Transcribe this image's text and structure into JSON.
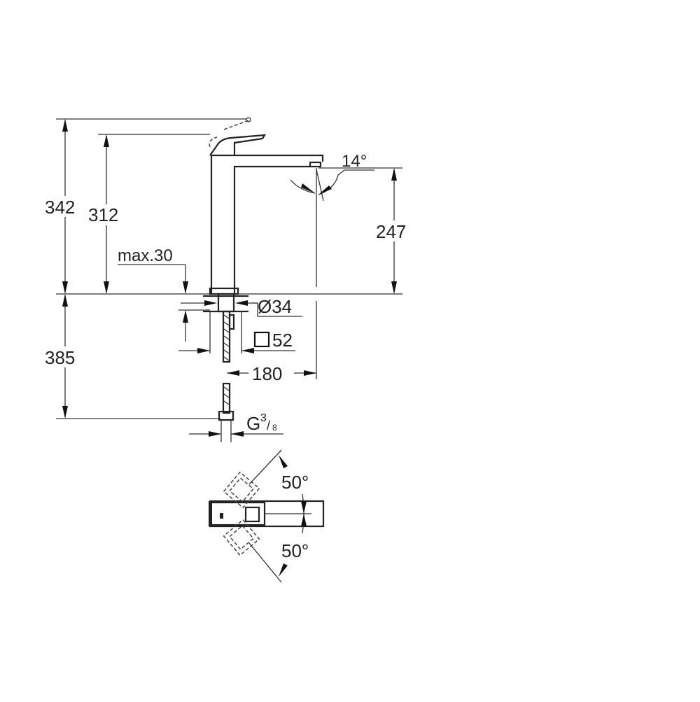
{
  "drawing": {
    "dimensions": {
      "total_height": "342",
      "handle_height": "312",
      "spout_height": "247",
      "spout_angle": "14°",
      "max_thickness": "max.30",
      "hole_diameter": "Ø34",
      "base_square": "52",
      "projection": "180",
      "hose_length": "385",
      "connection_main": "G",
      "connection_num": "3",
      "connection_den": "8",
      "rotation_up": "50°",
      "rotation_down": "50°"
    }
  }
}
